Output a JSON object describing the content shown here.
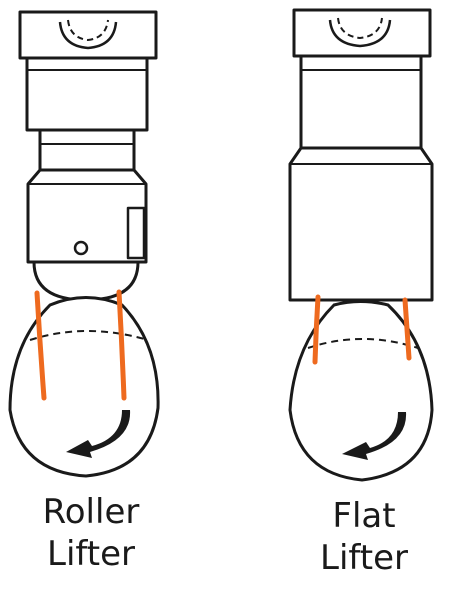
{
  "labels": {
    "roller_line1": "Roller",
    "roller_line2": "Lifter",
    "flat_line1": "Flat",
    "flat_line2": "Lifter"
  },
  "colors": {
    "outline": "#1a1a1a",
    "contact_mark": "#ee6a1f",
    "arrow": "#1a1a1a",
    "background": "#ffffff"
  }
}
